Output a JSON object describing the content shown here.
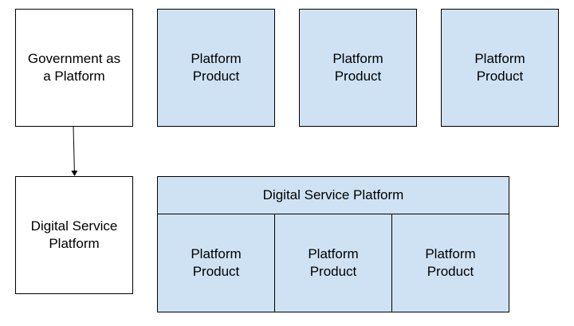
{
  "top_row": {
    "government_box": "Government as\na Platform",
    "products": [
      "Platform\nProduct",
      "Platform\nProduct",
      "Platform\nProduct"
    ]
  },
  "bottom_row": {
    "digital_service_box": "Digital Service\nPlatform",
    "container_header": "Digital Service Platform",
    "products": [
      "Platform\nProduct",
      "Platform\nProduct",
      "Platform\nProduct"
    ]
  },
  "colors": {
    "product_fill": "#cfe2f3",
    "plain_fill": "#ffffff",
    "stroke": "#000000"
  }
}
